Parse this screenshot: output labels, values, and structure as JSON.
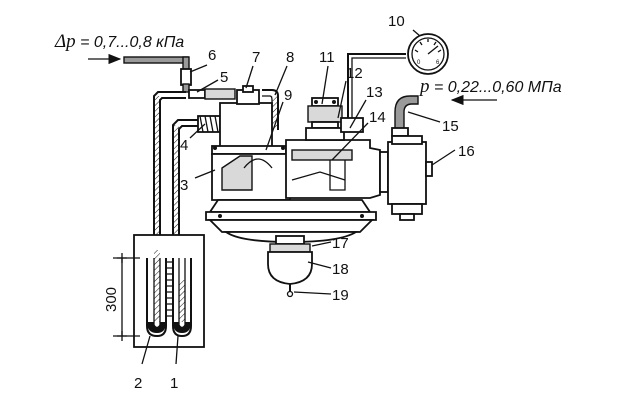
{
  "header": {
    "low_pressure": {
      "symbol": "Δ",
      "var": "p",
      "value": " = 0,7...0,8 кПа"
    },
    "high_pressure": {
      "var": "p",
      "value": " = 0,22...0,60 МПа"
    }
  },
  "dimension": {
    "value": "300"
  },
  "gauge": {
    "scale_zero": "0",
    "scale_six": "6"
  },
  "labels": [
    "1",
    "2",
    "3",
    "4",
    "5",
    "6",
    "7",
    "8",
    "9",
    "10",
    "11",
    "12",
    "13",
    "14",
    "15",
    "16",
    "17",
    "18",
    "19"
  ],
  "colors": {
    "ink": "#111111",
    "pipe": "#9a9a9a",
    "shade": "#d9d9d9",
    "paper": "#ffffff"
  }
}
